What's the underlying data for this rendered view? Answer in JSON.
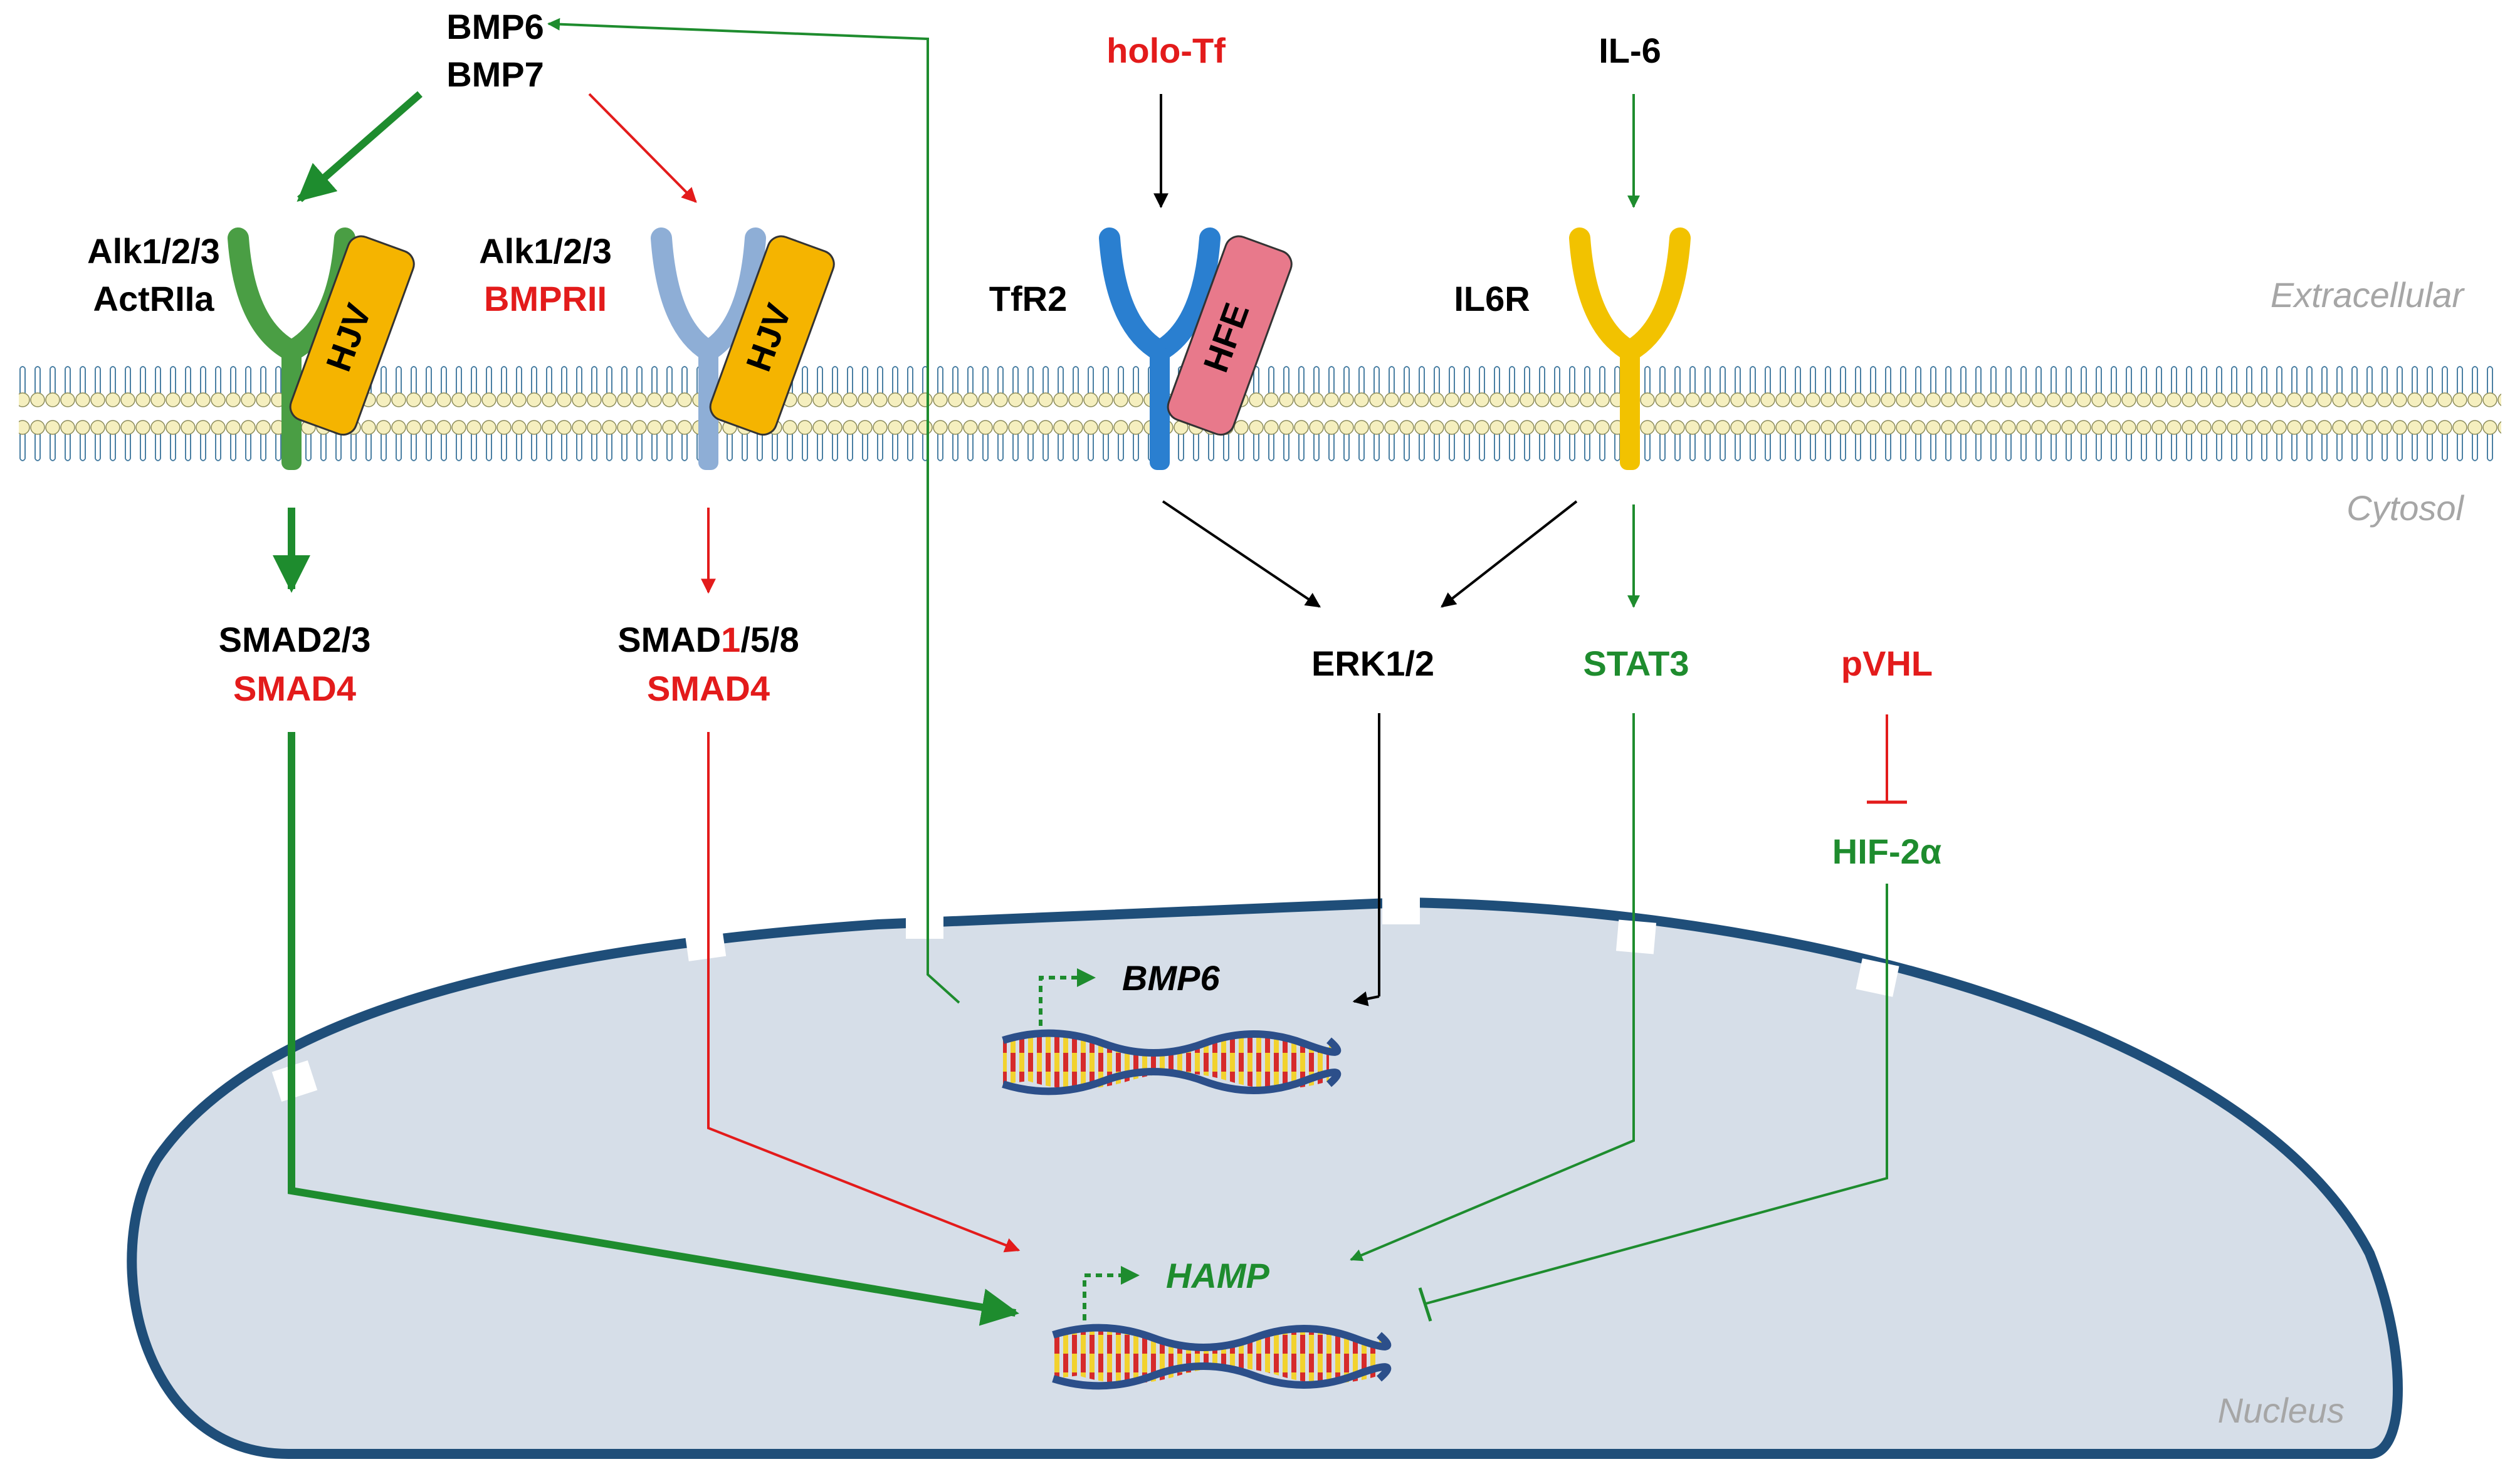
{
  "regions": {
    "extracellular": "Extracellular",
    "cytosol": "Cytosol",
    "nucleus": "Nucleus"
  },
  "ligands": {
    "bmp6": "BMP6",
    "bmp7": "BMP7",
    "holo_tf": "holo-Tf",
    "il6": "IL-6"
  },
  "receptors": {
    "alk_left": "Alk1/2/3",
    "actriia": "ActRIIa",
    "alk_right": "Alk1/2/3",
    "bmprii": "BMPRII",
    "hjv_left": "HJV",
    "hjv_right": "HJV",
    "tfr2": "TfR2",
    "hfe": "HFE",
    "il6r": "IL6R"
  },
  "signaling": {
    "smad23": "SMAD2/3",
    "smad4_left": "SMAD4",
    "smad_prefix": "SMAD",
    "smad_one": "1",
    "smad_suffix": "/5/8",
    "smad4_right": "SMAD4",
    "erk": "ERK1/2",
    "stat3": "STAT3",
    "pvhl": "pVHL",
    "hif2a": "HIF-2α"
  },
  "genes": {
    "bmp6_gene": "BMP6",
    "hamp": "HAMP"
  },
  "colors": {
    "green": "#1e8c2e",
    "red": "#e31b1b",
    "black": "#000000",
    "nucleus_fill": "#d6dee8",
    "nucleus_border": "#1f4e79",
    "lipid_head": "#f5efbf",
    "lipid_tail": "#4a7fa3",
    "receptor_green": "#4a9e44",
    "receptor_blue": "#8eaed6",
    "receptor_tfr2": "#2a7fd0",
    "receptor_il6r": "#f2c200",
    "hjv": "#f5b400",
    "hfe": "#e8798b"
  }
}
